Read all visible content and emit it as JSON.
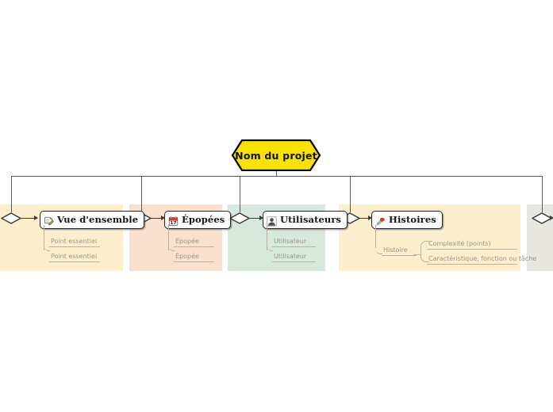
{
  "root": {
    "label": "Nom du projet",
    "fill": "#f7e200",
    "stroke": "#000000"
  },
  "canvas": {
    "background": "#ffffff",
    "connector_color": "#5b5b5b",
    "branch_color": "#b9b2a4"
  },
  "branches": [
    {
      "id": "vue-densemble",
      "title": "Vue d'ensemble",
      "icon": "note-pencil-icon",
      "panel_color": "#fdeecd",
      "children": [
        {
          "label": "Point essentiel"
        },
        {
          "label": "Point essentiel"
        }
      ]
    },
    {
      "id": "epopees",
      "title": "Épopées",
      "icon": "calendar-icon",
      "icon_day": "17",
      "panel_color": "#fae1cd",
      "children": [
        {
          "label": "Épopée"
        },
        {
          "label": "Épopée"
        }
      ]
    },
    {
      "id": "utilisateurs",
      "title": "Utilisateurs",
      "icon": "user-bust-icon",
      "panel_color": "#d6e9dc",
      "children": [
        {
          "label": "Utilisateur"
        },
        {
          "label": "Utilisateur"
        }
      ]
    },
    {
      "id": "histoires",
      "title": "Histoires",
      "icon": "pushpin-icon",
      "panel_color": "#fdeecd",
      "children": [
        {
          "label": "Histoire",
          "children": [
            {
              "label": "Complexité (points)"
            },
            {
              "label": "Caractéristique, fonction ou tâche"
            }
          ]
        }
      ]
    },
    {
      "id": "branche-suivante",
      "title": "",
      "icon": "",
      "panel_color": "#e8e6e0",
      "children": []
    }
  ]
}
